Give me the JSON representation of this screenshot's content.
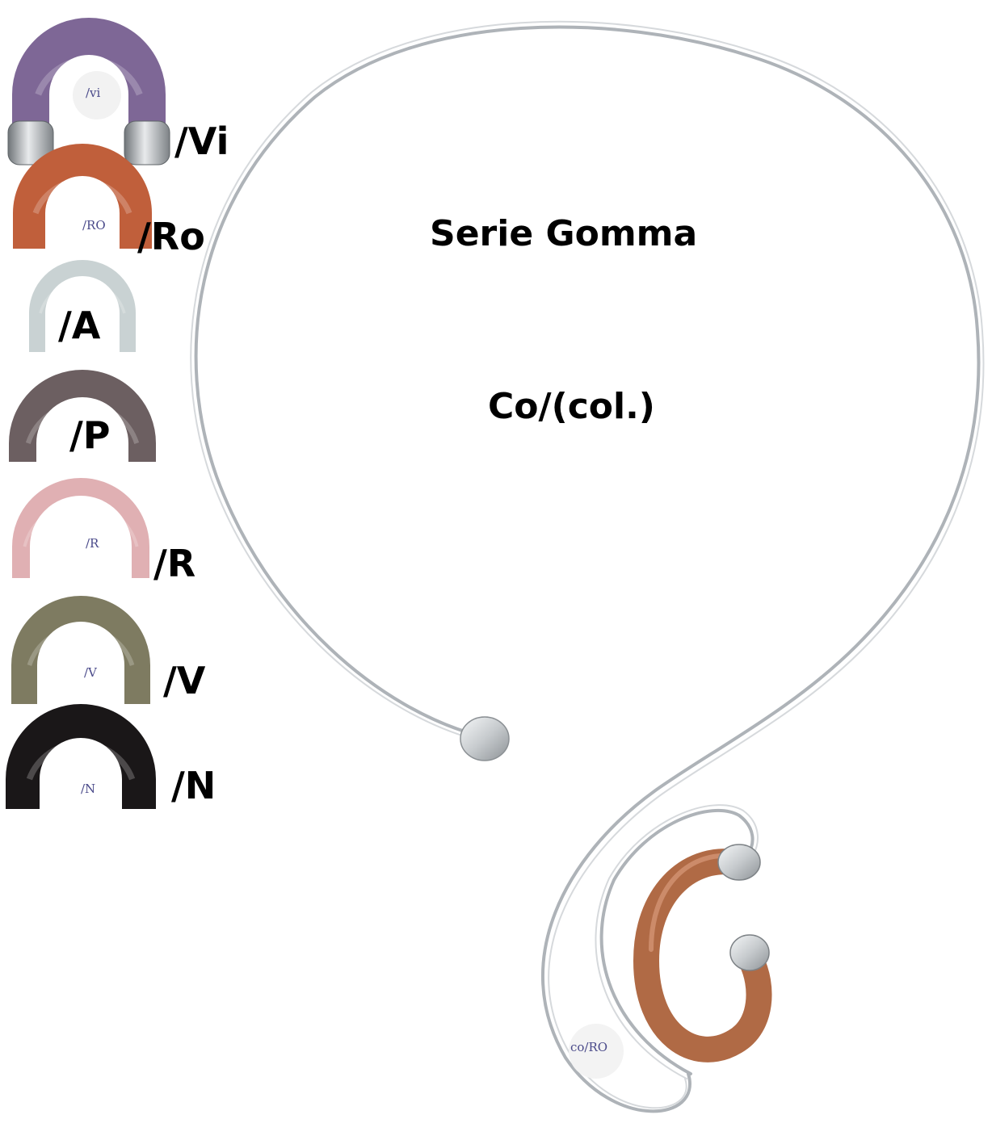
{
  "title": "Serie Gomma",
  "subtitle": "Co/(col.)",
  "swatches": [
    {
      "code": "/Vi",
      "tag": "/vi",
      "color": "#7e6796"
    },
    {
      "code": "/Ro",
      "tag": "/RO",
      "color": "#c05f3b"
    },
    {
      "code": "/A",
      "tag": "",
      "color": "#c9d2d3"
    },
    {
      "code": "/P",
      "tag": "",
      "color": "#6c5f61"
    },
    {
      "code": "/R",
      "tag": "/R",
      "color": "#e0b0b3"
    },
    {
      "code": "/V",
      "tag": "/V",
      "color": "#7e7b61"
    },
    {
      "code": "/N",
      "tag": "/N",
      "color": "#1a1718"
    }
  ],
  "product_tag": "co/RO",
  "pendant_color": "#b06a45",
  "wire_color": "#b8bcc0",
  "bead_color": "#d8dcdf"
}
